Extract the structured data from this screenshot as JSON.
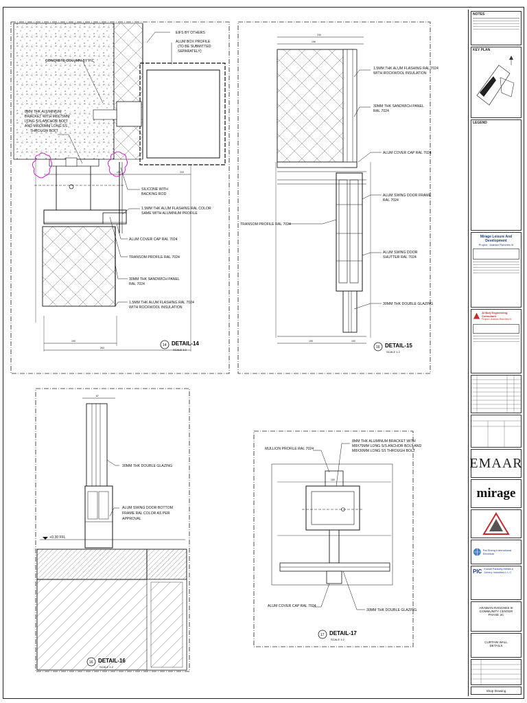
{
  "details": {
    "d14": {
      "number": "14",
      "title": "DETAIL-14",
      "scale": "SCALE 1:2",
      "labels": {
        "eifs": "EIFS BY OTHERS",
        "box1": "ALUM BOX PROFILE",
        "box2": "(TO BE SUBMITTED",
        "box3": "SEPARATELY)",
        "column": "CONCRETE COLUMN BY PIC",
        "bracket1": "8MM THK ALUMINIUM",
        "bracket2": "BRACKET WITH M8X75MM",
        "bracket3": "LONG S/S ANCHOR BOLT",
        "bracket4": "AND M8X30MM LONG SS",
        "bracket5": "THROUGH BOLT",
        "silicone1": "SILICONE WITH",
        "silicone2": "BACKING ROD",
        "flash1": "1.5MM THK ALUM FLASHING RAL COLOR",
        "flash2": "SAME WITH ALUMINUM PROFILE",
        "cover": "ALUM COVER CAP RAL 7024",
        "transom": "TRANSOM PROFILE RAL 7024",
        "panel1": "30MM THK SANDWICH PANEL",
        "panel2": "RAL 7024",
        "flash3": "1.5MM THK ALUM FLASHING RAL 7024",
        "flash4": "WITH ROCKWOOL INSULATION"
      },
      "dims": {
        "top": "190",
        "mid": "200",
        "bot1": "190",
        "bot2": "263"
      }
    },
    "d15": {
      "number": "16",
      "title": "DETAIL-15",
      "scale": "SCALE 1:2",
      "labels": {
        "flash1": "1.5MM THK ALUM FLASHING RAL 7024",
        "flash2": "WITH ROCKWOOL INSULATION",
        "panel1": "30MM THK SANDWICH PANEL",
        "panel2": "RAL 7024",
        "cover": "ALUM COVER CAP RAL 7024",
        "frame1": "ALUM SWING DOOR FRAME",
        "frame2": "RAL 7024",
        "transom": "TRANSOM PROFILE RAL 7024",
        "shutter1": "ALUM SWING DOOR",
        "shutter2": "SHUTTER RAL 7024",
        "glazing": "30MM THK DOUBLE GLAZING"
      },
      "dims": {
        "top": "240",
        "sub": "196",
        "bot": "190",
        "bot2": "100"
      }
    },
    "d16": {
      "number": "16",
      "title": "DETAIL-16",
      "scale": "SCALE 1:2",
      "labels": {
        "glazing": "30MM THK DOUBLE GLAZING",
        "frame1": "ALUM SWING DOOR BOTTOM",
        "frame2": "FRAME RAL COLOR AS PER",
        "frame3": "APPROVAL",
        "ffl": "+0.30 FFL"
      },
      "dims": {
        "top": "87"
      }
    },
    "d17": {
      "number": "17",
      "title": "DETAIL-17",
      "scale": "SCALE 1:2",
      "labels": {
        "mullion": "MULLION PROFILE RAL 7024",
        "bracket1": "8MM THK ALUMINUM BRACKET WITH",
        "bracket2": "M8X75MM LONG S/S ANCHOR BOLT AND",
        "bracket3": "M8X30MM LONG SS THROUGH BOLT",
        "cover": "ALUM COVER CAP RAL 7024",
        "glazing": "30MM THK DOUBLE GLAZING"
      },
      "dims": {
        "top": "150"
      }
    }
  },
  "titleblock": {
    "notes_head": "NOTES",
    "keyplan_head": "KEY PLAN",
    "issue_head": "LEGEND",
    "client_title": "Mirage Leisure And Development",
    "client_project": "Project : Arabian Ranches III",
    "consultant_title": "Al Burj Engineering Consultant",
    "consultant_project": "Project: Arabian Ranches III",
    "logo_emaar": "EMAAR",
    "logo_mirage": "mirage",
    "contractor_name": "Pal Sheng International Electrical",
    "pic_name": "Kuwait Parkway Metals & Joinery Industries L.L.C",
    "pic_short": "PIC",
    "project1": "ARABIAN RANCHES III",
    "project2": "COMMUNITY CENTER",
    "project3": "PHASE 2C",
    "sheet1": "CURTAIN WALL",
    "sheet2": "DETAILS",
    "stage": "Shop Drawing"
  }
}
